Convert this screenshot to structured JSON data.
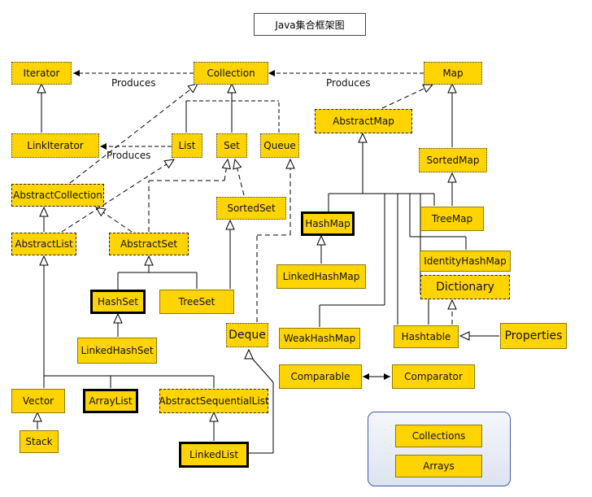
{
  "title": "Java集合框架图",
  "labels": {
    "produces_left": "Produces",
    "produces_mid": "Produces",
    "produces_right": "Produces"
  },
  "nodes": {
    "iterator": "Iterator",
    "collection": "Collection",
    "map": "Map",
    "linkiterator": "LinkIterator",
    "list": "List",
    "set": "Set",
    "queue": "Queue",
    "abstractmap": "AbstractMap",
    "sortedmap": "SortedMap",
    "abstractcollection": "AbstractCollection",
    "sortedset": "SortedSet",
    "abstractlist": "AbstractList",
    "abstractset": "AbstractSet",
    "hashmap": "HashMap",
    "treemap": "TreeMap",
    "identityhashmap": "IdentityHashMap",
    "linkedhashmap": "LinkedHashMap",
    "dictionary": "Dictionary",
    "hashset": "HashSet",
    "treeset": "TreeSet",
    "deque": "Deque",
    "weakhashmap": "WeakHashMap",
    "hashtable": "Hashtable",
    "properties": "Properties",
    "linkedhashset": "LinkedHashSet",
    "comparable": "Comparable",
    "comparator": "Comparator",
    "vector": "Vector",
    "arraylist": "ArrayList",
    "abstractsequentiallist": "AbstractSequentialList",
    "stack": "Stack",
    "linkedlist": "LinkedList",
    "collections": "Collections",
    "arrays": "Arrays"
  },
  "colors": {
    "node_fill": "#FFD400",
    "panel_border": "#3a5aa8"
  }
}
